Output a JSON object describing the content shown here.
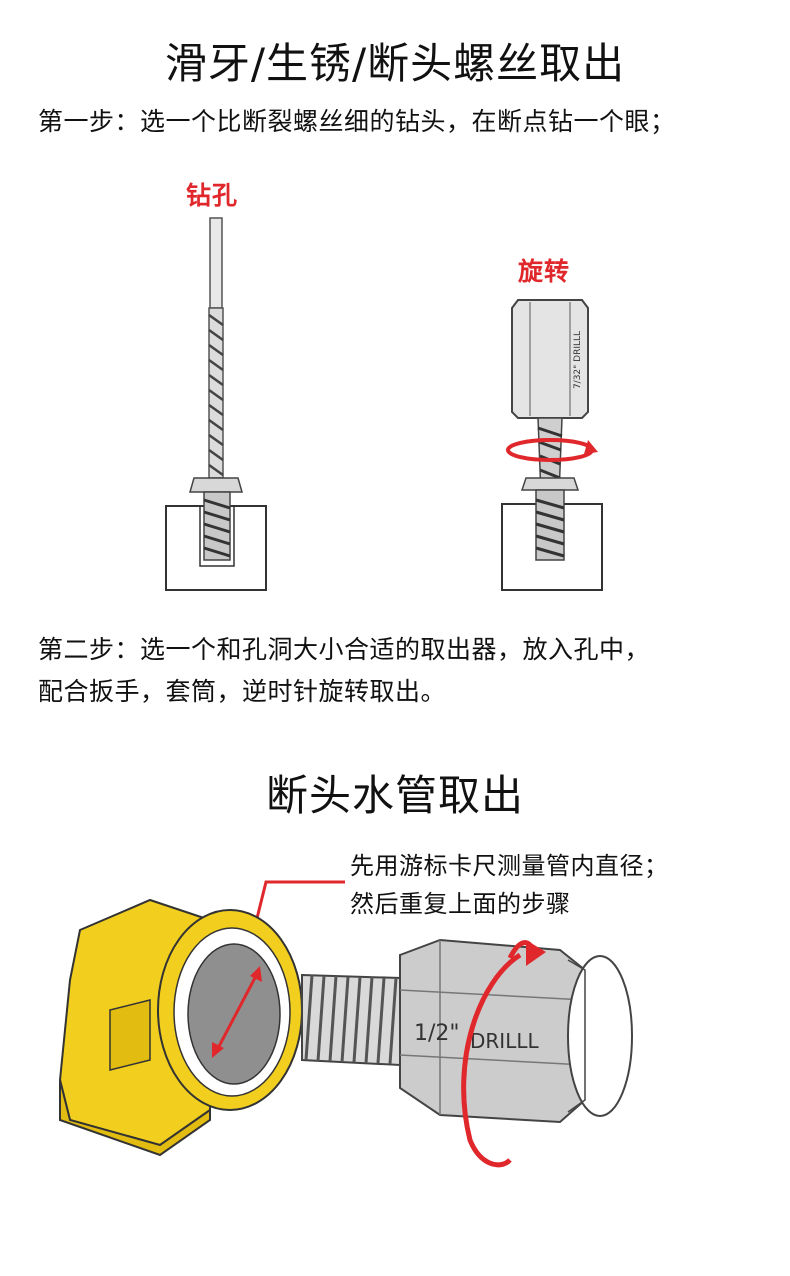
{
  "section1": {
    "title": "滑牙/生锈/断头螺丝取出",
    "step1": "第一步：选一个比断裂螺丝细的钻头，在断点钻一个眼；",
    "label_drill": "钻孔",
    "label_rotate": "旋转",
    "extractor_size_small": "7/32\" DRILLL",
    "step2_line1": "第二步：选一个和孔洞大小合适的取出器，放入孔中，",
    "step2_line2": "配合扳手，套筒，逆时针旋转取出。"
  },
  "section2": {
    "title": "断头水管取出",
    "note_line1": "先用游标卡尺测量管内直径；",
    "note_line2": "然后重复上面的步骤",
    "extractor_size": "1/2\"",
    "extractor_brand": "DRILLL"
  },
  "colors": {
    "accent_red": "#e0282c",
    "fitting_yellow": "#f2cf1e",
    "metal_grey": "#bdbdbd"
  }
}
